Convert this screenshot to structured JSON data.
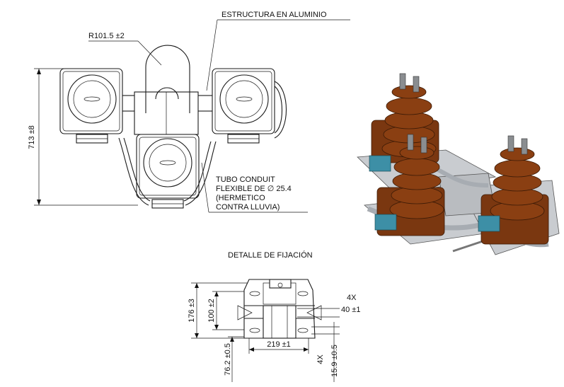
{
  "labels": {
    "structure": "ESTRUCTURA EN ALUMINIO",
    "radius": "R101.5 ±2",
    "height": "713 ±8",
    "conduit_line1": "TUBO CONDUIT",
    "conduit_line2": "FLEXIBLE DE ∅ 25.4",
    "conduit_line3": "(HERMETICO",
    "conduit_line4": "CONTRA LLUVIA)",
    "detail_title": "DETALLE DE FIJACIÓN",
    "dim_176": "176 ±3",
    "dim_100": "100 ±2",
    "dim_4x_a": "4X",
    "dim_40": "40 ±1",
    "dim_219": "219 ±1",
    "dim_76": "76.2 ±0.5",
    "dim_4x_b": "4X",
    "dim_15": "15.9 ±0.5"
  },
  "colors": {
    "line": "#1a1a1a",
    "insulator": "#8a3f12",
    "insulator_dark": "#5e2a0a",
    "terminal_box": "#3d8fa6",
    "metal": "#b9bcc0",
    "conduit": "#a7acb2"
  }
}
